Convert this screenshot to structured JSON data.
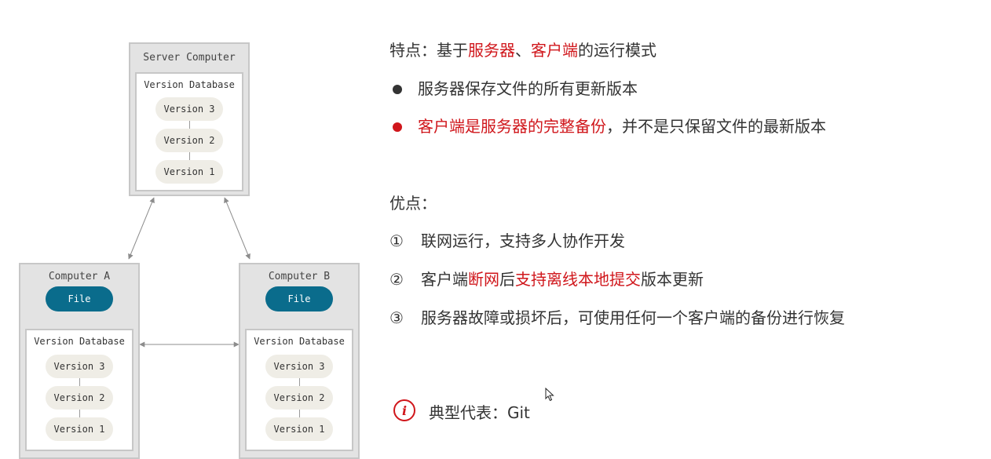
{
  "diagram": {
    "server": {
      "title": "Server Computer",
      "db_title": "Version Database",
      "versions": [
        "Version 3",
        "Version 2",
        "Version 1"
      ]
    },
    "computer_a": {
      "title": "Computer A",
      "file": "File",
      "db_title": "Version Database",
      "versions": [
        "Version 3",
        "Version 2",
        "Version 1"
      ]
    },
    "computer_b": {
      "title": "Computer B",
      "file": "File",
      "db_title": "Version Database",
      "versions": [
        "Version 3",
        "Version 2",
        "Version 1"
      ]
    }
  },
  "features": {
    "heading": [
      "特点：基于",
      "服务器",
      "、",
      "客户端",
      "的运行模式"
    ],
    "bullet1": "服务器保存文件的所有更新版本",
    "bullet2_red": "客户端是服务器的完整备份",
    "bullet2_rest": "，并不是只保留文件的最新版本"
  },
  "advantages": {
    "heading": "优点：",
    "items": [
      {
        "num": "①",
        "parts": [
          {
            "t": "联网运行，支持多人协作开发",
            "red": false
          }
        ]
      },
      {
        "num": "②",
        "parts": [
          {
            "t": "客户端",
            "red": false
          },
          {
            "t": "断网",
            "red": true
          },
          {
            "t": "后",
            "red": false
          },
          {
            "t": "支持离线本地提交",
            "red": true
          },
          {
            "t": "版本更新",
            "red": false
          }
        ]
      },
      {
        "num": "③",
        "parts": [
          {
            "t": "服务器故障或损坏后，可使用任何一个客户端的备份进行恢复",
            "red": false
          }
        ]
      }
    ]
  },
  "note": {
    "icon": "info-circle-icon",
    "text": "典型代表：Git"
  },
  "colors": {
    "accent_red": "#d0161b",
    "bullet_dark": "#333333",
    "file_blue": "#0a6c8c"
  }
}
